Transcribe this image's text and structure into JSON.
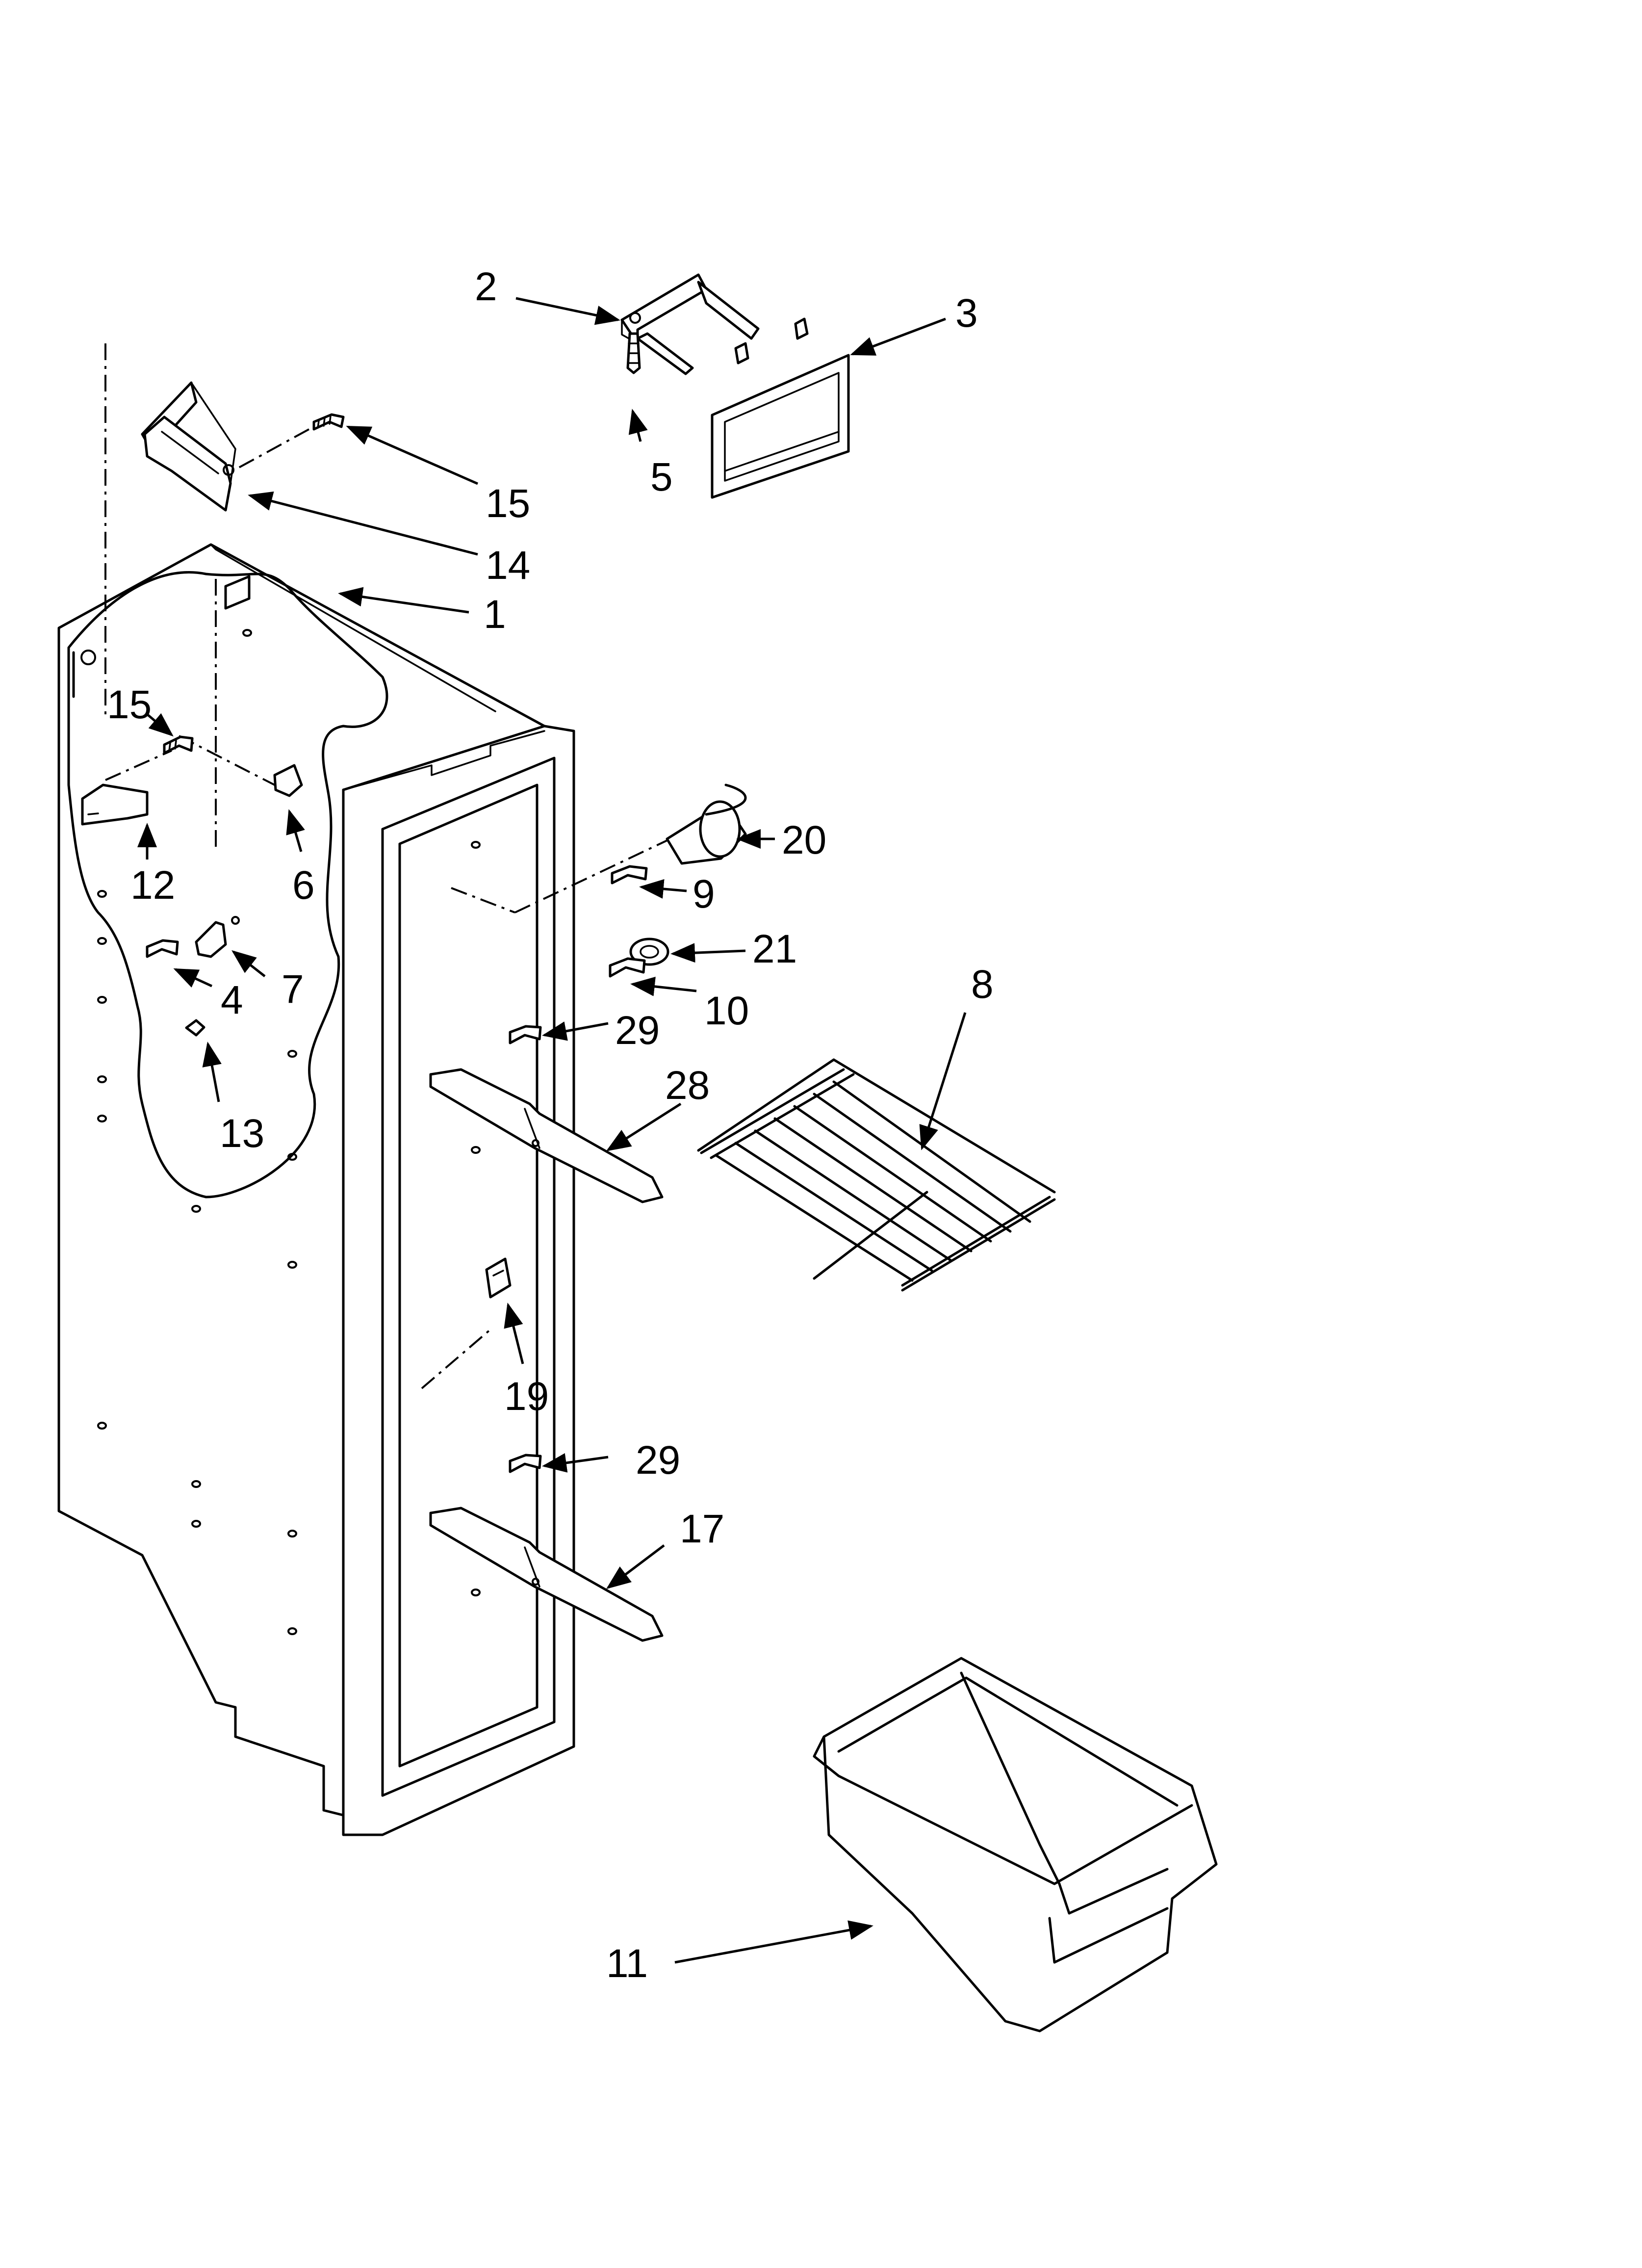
{
  "callouts": [
    {
      "id": "c2",
      "text": "2"
    },
    {
      "id": "c3",
      "text": "3"
    },
    {
      "id": "c5",
      "text": "5"
    },
    {
      "id": "c15a",
      "text": "15"
    },
    {
      "id": "c14",
      "text": "14"
    },
    {
      "id": "c1",
      "text": "1"
    },
    {
      "id": "c15b",
      "text": "15"
    },
    {
      "id": "c12",
      "text": "12"
    },
    {
      "id": "c6",
      "text": "6"
    },
    {
      "id": "c20",
      "text": "20"
    },
    {
      "id": "c9",
      "text": "9"
    },
    {
      "id": "c21",
      "text": "21"
    },
    {
      "id": "c10",
      "text": "10"
    },
    {
      "id": "c8",
      "text": "8"
    },
    {
      "id": "c4",
      "text": "4"
    },
    {
      "id": "c7",
      "text": "7"
    },
    {
      "id": "c29a",
      "text": "29"
    },
    {
      "id": "c28",
      "text": "28"
    },
    {
      "id": "c13",
      "text": "13"
    },
    {
      "id": "c19",
      "text": "19"
    },
    {
      "id": "c29b",
      "text": "29"
    },
    {
      "id": "c17",
      "text": "17"
    },
    {
      "id": "c11",
      "text": "11"
    }
  ]
}
